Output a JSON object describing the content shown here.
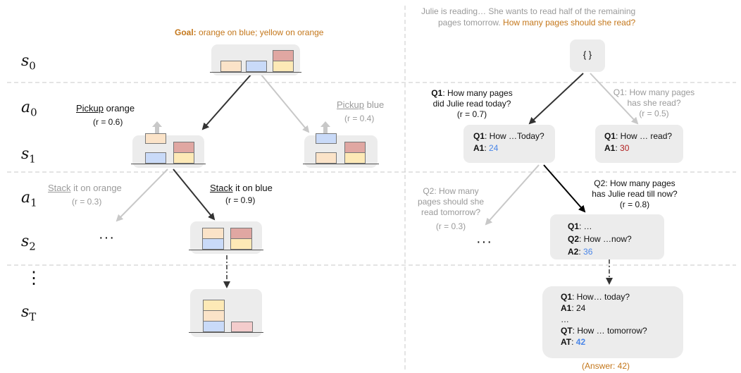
{
  "colors": {
    "orange_block": "#fbe3c8",
    "blue_block": "#c9daf8",
    "red_block": "#e0a7a2",
    "yellow_block": "#fde9b6",
    "pink_block": "#f4cccc",
    "accent_orange": "#c4771b",
    "answer_blue": "#4a86e8",
    "answer_red": "#b01e1e"
  },
  "left": {
    "goal_label": "Goal:",
    "goal_text": "orange on blue; yellow on orange",
    "state_labels": [
      "s",
      "0",
      "a",
      "0",
      "s",
      "1",
      "a",
      "1",
      "s",
      "2",
      "⋮",
      "s",
      "T"
    ],
    "pickup_orange": {
      "verb": "Pickup",
      "rest": " orange",
      "reward": "(r = 0.6)"
    },
    "pickup_blue": {
      "verb": "Pickup",
      "rest": " blue",
      "reward": "(r = 0.4)"
    },
    "stack_orange": {
      "verb": "Stack",
      "rest": " it on orange",
      "reward": "(r = 0.3)"
    },
    "stack_blue": {
      "verb": "Stack",
      "rest": " it on blue",
      "reward": "(r = 0.9)"
    },
    "ellipsis": "···"
  },
  "right": {
    "problem_line1": "Julie is reading… She wants to read half of the remaining",
    "problem_line2_gray": "pages tomorrow. ",
    "problem_line2_orange": "How many pages should she read?",
    "root": "{ }",
    "q1_left": {
      "tag": "Q1",
      "line1": ": How many pages",
      "line2": "did Julie read today?",
      "reward": "(r = 0.7)"
    },
    "q1_right": {
      "line1": "Q1: How many pages",
      "line2": "has she read?",
      "reward": "(r = 0.5)"
    },
    "node1_left": {
      "q_tag": "Q1",
      "q_text": ": How …Today?",
      "a_tag": "A1",
      "a_val": "24"
    },
    "node1_right": {
      "q_tag": "Q1",
      "q_text": ": How … read?",
      "a_tag": "A1",
      "a_val": "30"
    },
    "q2_left": {
      "line1": "Q2: How many",
      "line2": "pages should she",
      "line3": "read tomorrow?",
      "reward": "(r = 0.3)"
    },
    "q2_right": {
      "line1": "Q2: How many pages",
      "line2": "has Julie read till now?",
      "reward": "(r = 0.8)"
    },
    "node2": {
      "q1_tag": "Q1",
      "q1_text": ": …",
      "q2_tag": "Q2",
      "q2_text": ": How …now?",
      "a_tag": "A2",
      "a_val": "36"
    },
    "ellipsis": "···",
    "final": {
      "q1_tag": "Q1",
      "q1_text": ":  How… today?",
      "a1_tag": "A1",
      "a1_text": ": 24",
      "dots": "…",
      "qt_tag": "QT",
      "qt_text": ": How … tomorrow?",
      "at_tag": "AT",
      "at_val": "42"
    },
    "answer": "(Answer: 42)"
  }
}
